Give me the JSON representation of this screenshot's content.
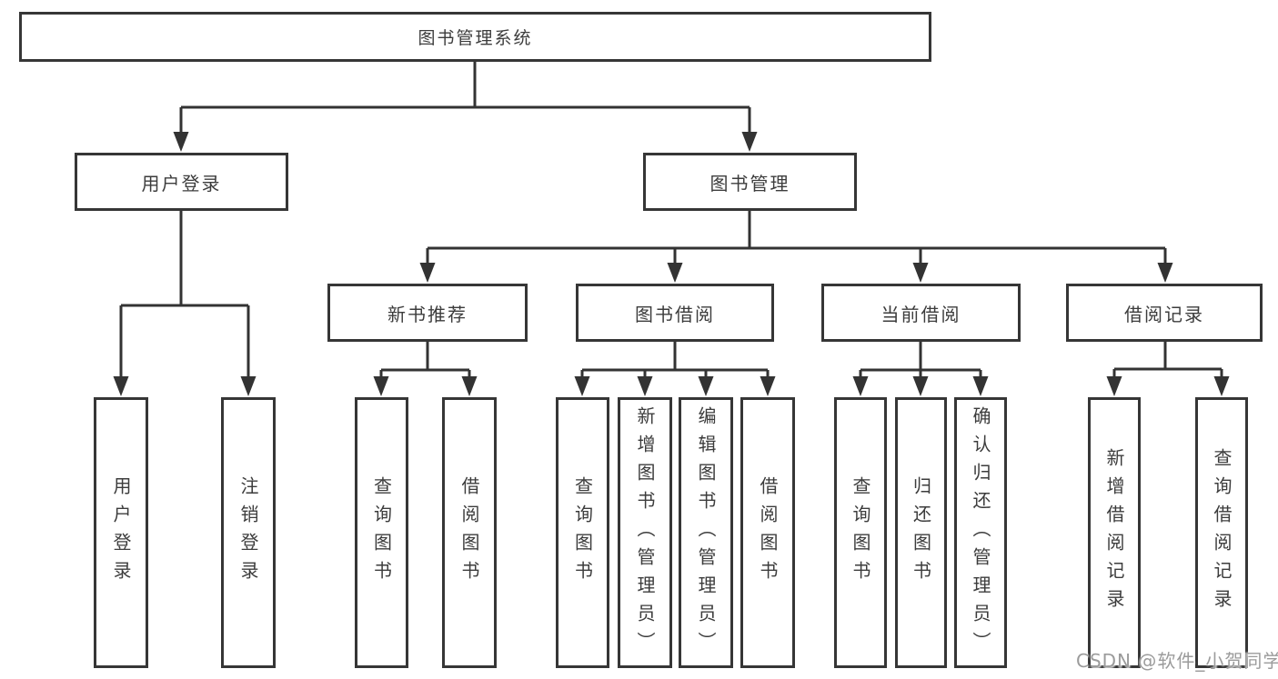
{
  "diagram": {
    "type": "tree",
    "root": {
      "label": "图书管理系统"
    },
    "level2": [
      {
        "label": "用户登录",
        "children_labels": [
          "用户登录",
          "注销登录"
        ]
      },
      {
        "label": "图书管理",
        "children_labels": [
          "新书推荐",
          "图书借阅",
          "当前借阅",
          "借阅记录"
        ]
      }
    ],
    "level3": [
      {
        "label": "新书推荐",
        "children_labels": [
          "查询图书",
          "借阅图书"
        ]
      },
      {
        "label": "图书借阅",
        "children_labels": [
          "查询图书",
          "新增图书（管理员）",
          "编辑图书（管理员）",
          "借阅图书"
        ]
      },
      {
        "label": "当前借阅",
        "children_labels": [
          "查询图书",
          "归还图书",
          "确认归还（管理员）"
        ]
      },
      {
        "label": "借阅记录",
        "children_labels": [
          "新增借阅记录",
          "查询借阅记录"
        ]
      }
    ],
    "leaves": [
      {
        "label": "用户登录"
      },
      {
        "label": "注销登录"
      },
      {
        "label": "查询图书"
      },
      {
        "label": "借阅图书"
      },
      {
        "label": "查询图书"
      },
      {
        "label": "新增图书（管理员）"
      },
      {
        "label": "编辑图书（管理员）"
      },
      {
        "label": "借阅图书"
      },
      {
        "label": "查询图书"
      },
      {
        "label": "归还图书"
      },
      {
        "label": "确认归还（管理员）"
      },
      {
        "label": "新增借阅记录"
      },
      {
        "label": "查询借阅记录"
      }
    ],
    "colors": {
      "border": "#363636",
      "line": "#333333",
      "text": "#3c3c3c",
      "background": "#ffffff"
    }
  },
  "watermark": {
    "text": "CSDN @软件_小贺同学",
    "color": "#9b9b9b"
  }
}
